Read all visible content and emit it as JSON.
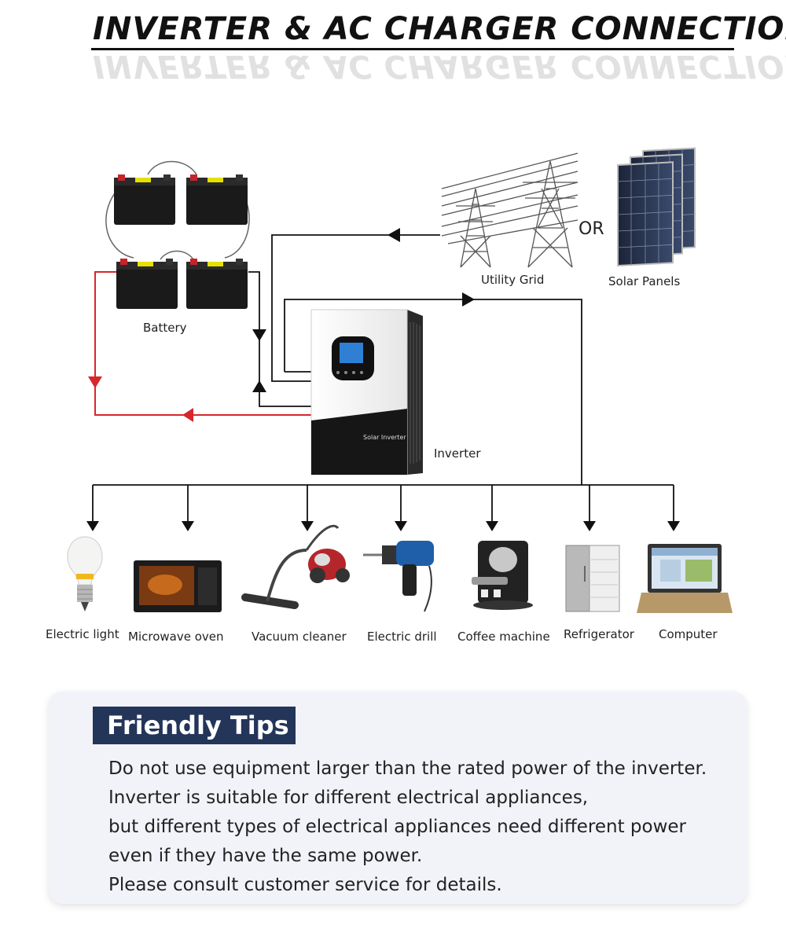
{
  "title": "INVERTER & AC CHARGER CONNECTION",
  "nodes": {
    "battery": "Battery",
    "utility_grid": "Utility Grid",
    "or_word": "OR",
    "solar_panels": "Solar Panels",
    "inverter": "Inverter",
    "inverter_brand": "Solar Inverter"
  },
  "appliances": [
    {
      "label": "Electric light",
      "icon": "light-bulb-icon"
    },
    {
      "label": "Microwave oven",
      "icon": "microwave-icon"
    },
    {
      "label": "Vacuum cleaner",
      "icon": "vacuum-icon"
    },
    {
      "label": "Electric drill",
      "icon": "drill-icon"
    },
    {
      "label": "Coffee machine",
      "icon": "coffee-machine-icon"
    },
    {
      "label": "Refrigerator",
      "icon": "refrigerator-icon"
    },
    {
      "label": "Computer",
      "icon": "laptop-icon"
    }
  ],
  "tips": {
    "heading": "Friendly Tips",
    "lines": [
      "Do not use equipment larger than the rated power of the inverter.",
      "Inverter is suitable for different electrical appliances,",
      "but different types of electrical appliances need different power",
      "even if they have the same power.",
      "Please consult customer service for details."
    ]
  },
  "colors": {
    "dc_line": "#d7262c",
    "ac_line": "#111111",
    "tips_heading_bg": "#24355a"
  }
}
